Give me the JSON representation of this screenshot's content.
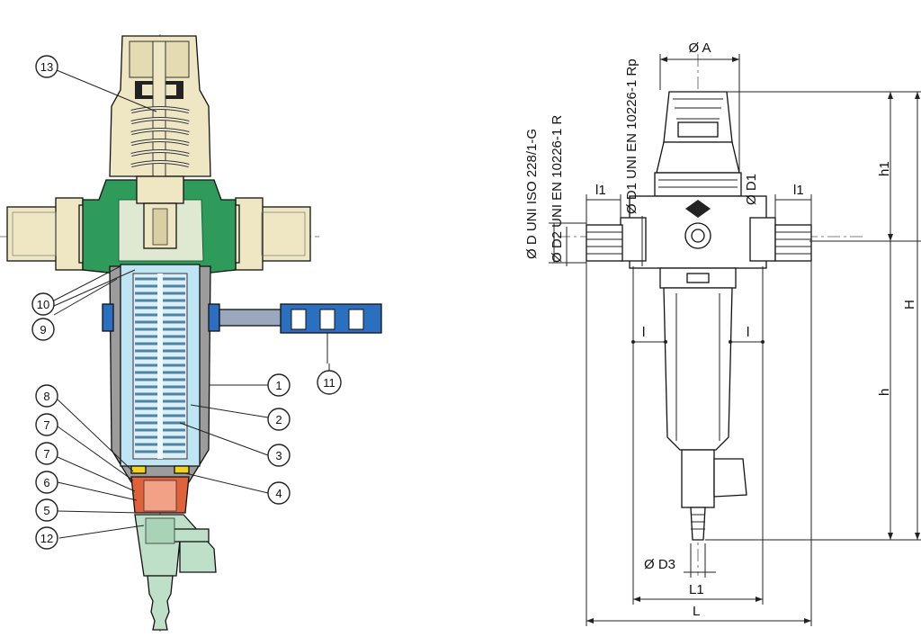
{
  "callouts": [
    {
      "id": "13",
      "text": "13"
    },
    {
      "id": "10",
      "text": "10"
    },
    {
      "id": "9",
      "text": "9"
    },
    {
      "id": "11",
      "text": "11"
    },
    {
      "id": "1",
      "text": "1"
    },
    {
      "id": "2",
      "text": "2"
    },
    {
      "id": "3",
      "text": "3"
    },
    {
      "id": "8",
      "text": "8"
    },
    {
      "id": "7a",
      "text": "7"
    },
    {
      "id": "7b",
      "text": "7"
    },
    {
      "id": "6",
      "text": "6"
    },
    {
      "id": "5",
      "text": "5"
    },
    {
      "id": "4",
      "text": "4"
    },
    {
      "id": "12",
      "text": "12"
    }
  ],
  "dimensions": {
    "dia_A": "Ø A",
    "dia_D1_vertical": "Ø D1",
    "std_D": "Ø D UNI ISO 228/1-G",
    "std_D2": "Ø D2 UNI EN 10226-1 R",
    "std_D1": "Ø D1 UNI EN 10226-1 Rp",
    "l1_left": "l1",
    "l1_right": "l1",
    "l_left": "l",
    "l_right": "l",
    "h1": "h1",
    "H": "H",
    "h": "h",
    "dia_D3": "Ø D3",
    "L1": "L1",
    "L": "L"
  },
  "colors": {
    "cream": "#efe7c3",
    "green": "#2f9b5a",
    "blue_light": "#bfe4f3",
    "blue_gauge": "#2a6fc0",
    "grey": "#9c9c9c",
    "mint": "#bfe0c8",
    "orange": "#e0623a",
    "yellow": "#f2d21e"
  }
}
